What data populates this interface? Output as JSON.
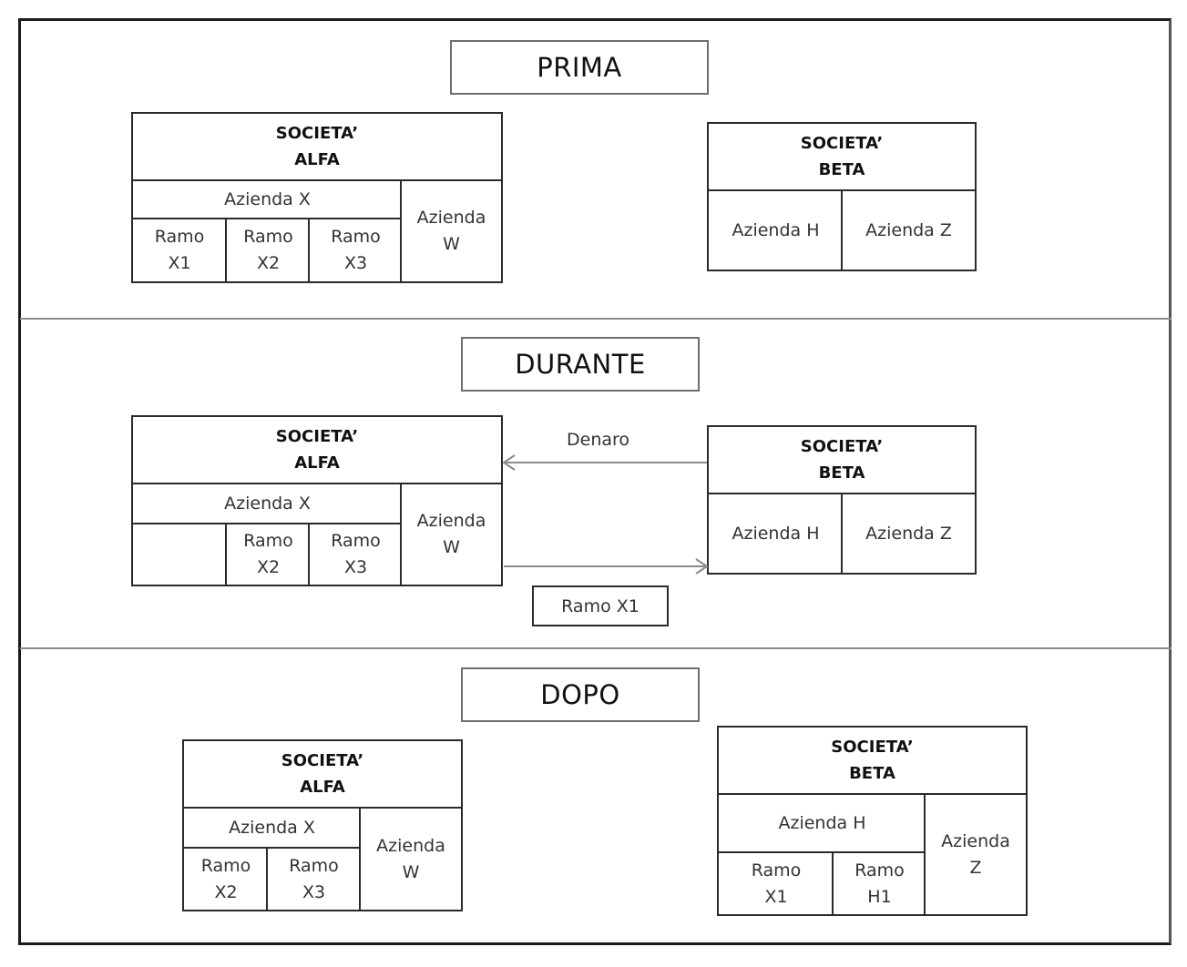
{
  "phases": {
    "prima": "PRIMA",
    "durante": "DURANTE",
    "dopo": "DOPO"
  },
  "prima": {
    "alfa": {
      "header": [
        "SOCIETA’",
        "ALFA"
      ],
      "azienda_x": "Azienda X",
      "ramo_x1": [
        "Ramo",
        "X1"
      ],
      "ramo_x2": [
        "Ramo",
        "X2"
      ],
      "ramo_x3": [
        "Ramo",
        "X3"
      ],
      "azienda_w": [
        "Azienda",
        "W"
      ]
    },
    "beta": {
      "header": [
        "SOCIETA’",
        "BETA"
      ],
      "azienda_h": "Azienda H",
      "azienda_z": "Azienda Z"
    }
  },
  "durante": {
    "alfa": {
      "header": [
        "SOCIETA’",
        "ALFA"
      ],
      "azienda_x": "Azienda X",
      "ramo_x2": [
        "Ramo",
        "X2"
      ],
      "ramo_x3": [
        "Ramo",
        "X3"
      ],
      "azienda_w": [
        "Azienda",
        "W"
      ]
    },
    "beta": {
      "header": [
        "SOCIETA’",
        "BETA"
      ],
      "azienda_h": "Azienda H",
      "azienda_z": "Azienda Z"
    },
    "denaro": "Denaro",
    "ramo_x1": "Ramo X1"
  },
  "dopo": {
    "alfa": {
      "header": [
        "SOCIETA’",
        "ALFA"
      ],
      "azienda_x": "Azienda X",
      "ramo_x2": [
        "Ramo",
        "X2"
      ],
      "ramo_x3": [
        "Ramo",
        "X3"
      ],
      "azienda_w": [
        "Azienda",
        "W"
      ]
    },
    "beta": {
      "header": [
        "SOCIETA’",
        "BETA"
      ],
      "azienda_h": "Azienda H",
      "ramo_x1": [
        "Ramo",
        "X1"
      ],
      "ramo_h1": [
        "Ramo",
        "H1"
      ],
      "azienda_z": [
        "Azienda",
        "Z"
      ]
    }
  }
}
